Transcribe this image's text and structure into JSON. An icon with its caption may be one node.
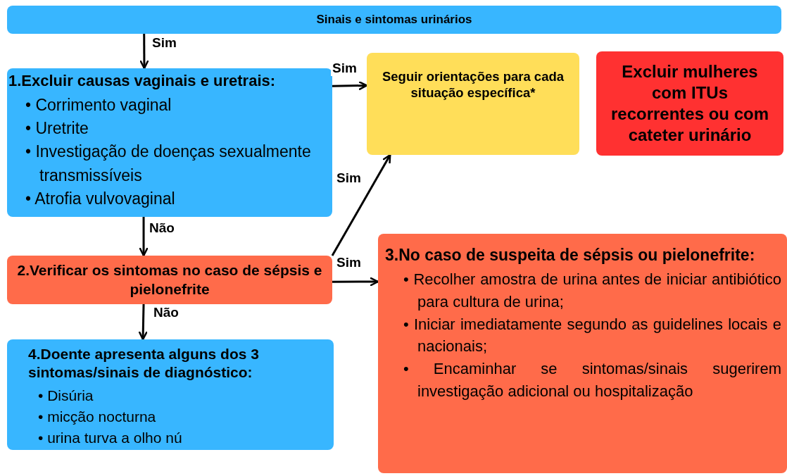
{
  "diagram": {
    "nodes": [
      {
        "text": [
          "Sinais e sintomas urinários"
        ]
      },
      {
        "text": [
          "1.Excluir causas vaginais e uretrais:",
          "• Corrimento vaginal",
          "• Uretrite",
          "• Investigação de doenças sexualmente transmissíveis",
          "• Atrofia vulvovaginal"
        ]
      },
      {
        "text": [
          "Seguir orientações para cada situação específica*"
        ]
      },
      {
        "text": [
          "Excluir mulheres com ITUs recorrentes ou com cateter urinário"
        ]
      },
      {
        "text": [
          "2.Verificar os sintomas no caso de sépsis e pielonefrite"
        ]
      },
      {
        "text": [
          "3.No caso de suspeita de sépsis ou pielonefrite:",
          "• Recolher amostra de urina antes de iniciar antibiótico  para cultura de urina;",
          "• Iniciar imediatamente segundo as guidelines locais e nacionais;",
          "• Encaminhar se sintomas/sinais sugerirem investigação adicional ou hospitalização"
        ]
      },
      {
        "text": [
          "4.Doente apresenta alguns dos 3 sintomas/sinais de diagnóstico:",
          "• Disúria",
          "• micção nocturna",
          "• urina turva a olho nú"
        ]
      }
    ],
    "edges": [
      {
        "from": 0,
        "to": 1,
        "arrow": "to",
        "label": "Sim"
      },
      {
        "from": 1,
        "to": 2,
        "arrow": "to",
        "label": "Sim"
      },
      {
        "from": 4,
        "to": 2,
        "arrow": "to",
        "label": "Sim"
      },
      {
        "from": 4,
        "to": 5,
        "arrow": "to",
        "label": "Sim"
      },
      {
        "from": 1,
        "to": 4,
        "arrow": "to",
        "label": "Não"
      },
      {
        "from": 4,
        "to": 6,
        "arrow": "to",
        "label": "Não"
      }
    ]
  }
}
